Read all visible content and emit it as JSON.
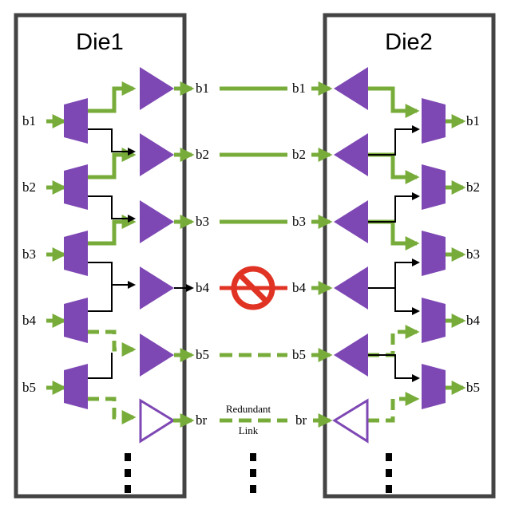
{
  "dies": [
    {
      "name": "Die1"
    },
    {
      "name": "Die2"
    }
  ],
  "signals": [
    "b1",
    "b2",
    "b3",
    "b4",
    "b5"
  ],
  "redundant_label": "br",
  "redundant_link_label_line1": "Redundant",
  "redundant_link_label_line2": "Link",
  "colors": {
    "green": "#78ac3a",
    "purple": "#7e48b4",
    "red": "#e03324",
    "border": "#444444"
  }
}
